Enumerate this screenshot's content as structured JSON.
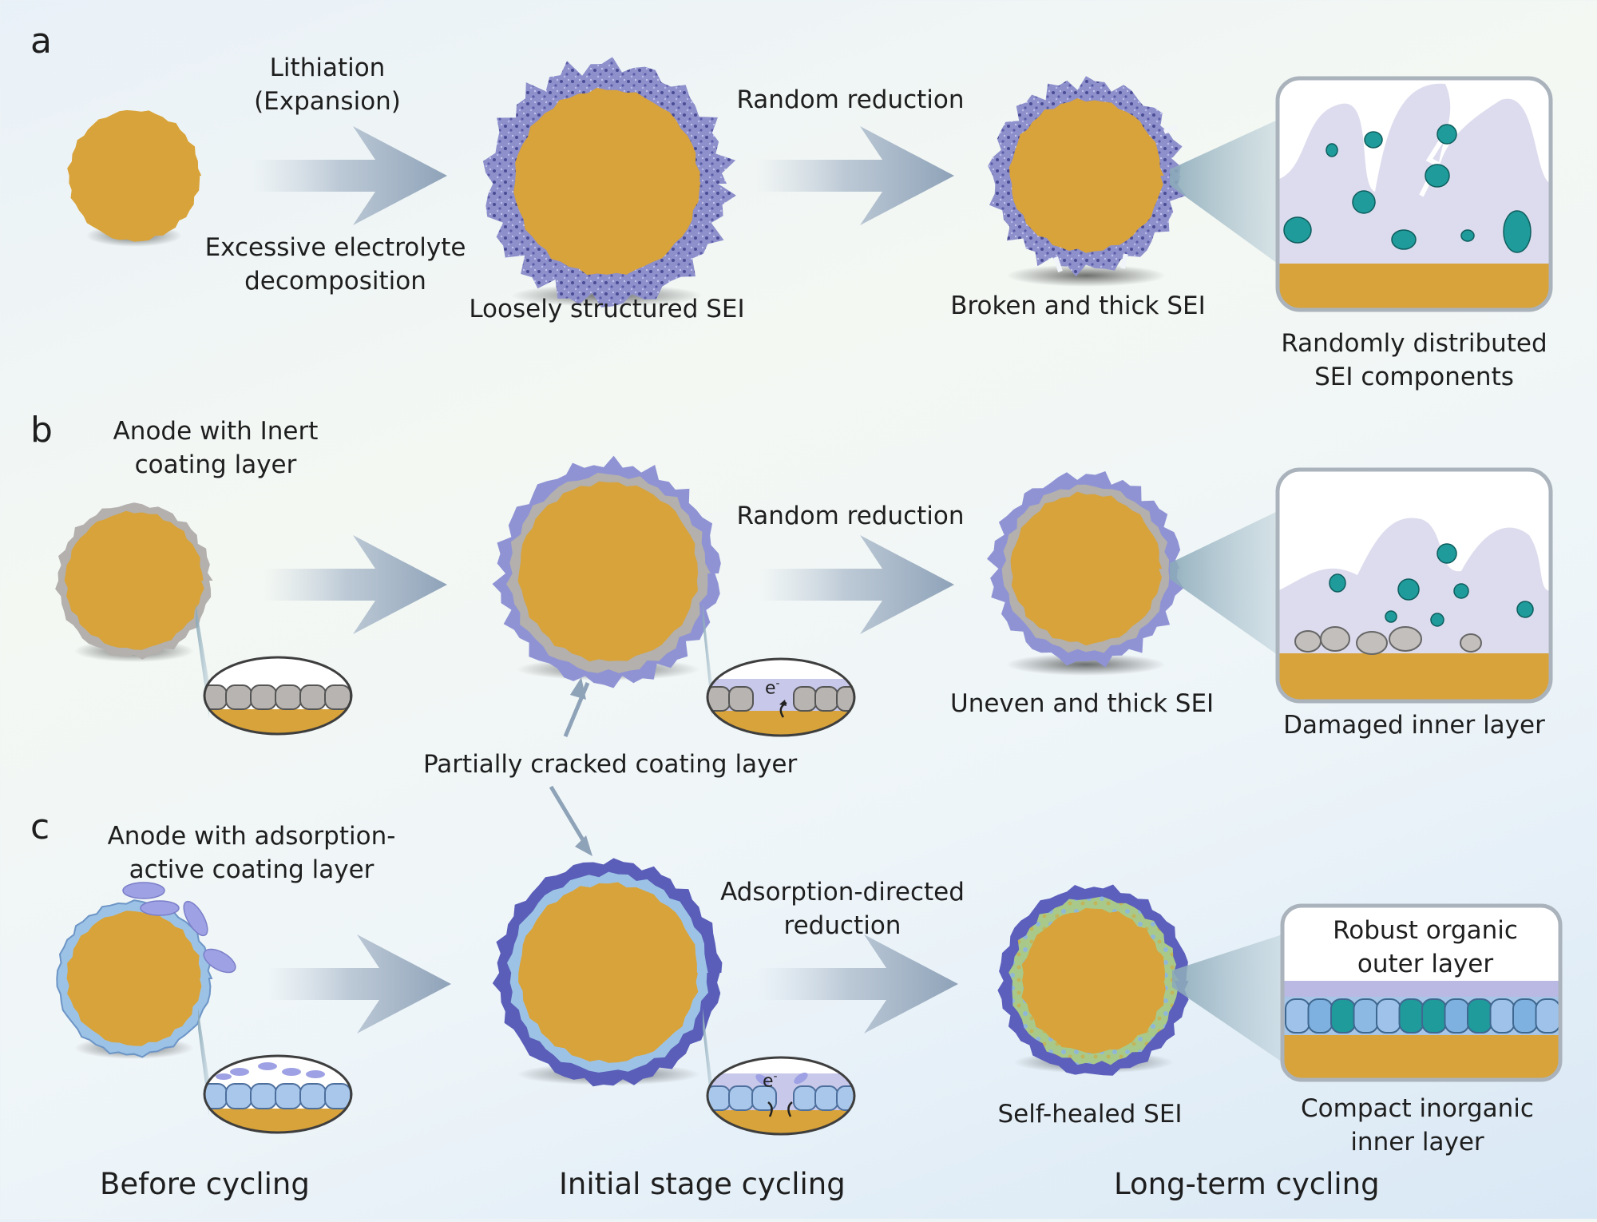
{
  "panels": {
    "a": {
      "letter": "a",
      "arrow1_top": "Lithiation",
      "arrow1_top2": "(Expansion)",
      "arrow1_bottom": "Excessive electrolyte",
      "arrow1_bottom2": "decomposition",
      "particle2_label": "Loosely structured SEI",
      "arrow2_top": "Random reduction",
      "particle3_label": "Broken and thick SEI",
      "inset_label1": "Randomly distributed",
      "inset_label2": "SEI components"
    },
    "b": {
      "letter": "b",
      "particle1_label1": "Anode with Inert",
      "particle1_label2": "coating layer",
      "arrow2_top": "Random reduction",
      "particle3_label": "Uneven and thick SEI",
      "inset_label": "Damaged inner layer",
      "shared_label": "Partially cracked coating layer",
      "electron": "e",
      "electron_sup": "-"
    },
    "c": {
      "letter": "c",
      "particle1_label1": "Anode with adsorption-",
      "particle1_label2": "active coating layer",
      "arrow2_top1": "Adsorption-directed",
      "arrow2_top2": "reduction",
      "particle3_label": "Self-healed SEI",
      "inset_top1": "Robust organic",
      "inset_top2": "outer layer",
      "inset_bottom1": "Compact inorganic",
      "inset_bottom2": "inner layer",
      "electron": "e",
      "electron_sup": "-"
    }
  },
  "stages": {
    "before": "Before cycling",
    "initial": "Initial stage cycling",
    "long": "Long-term cycling"
  },
  "colors": {
    "anode": "#d8a33a",
    "anode_dark": "#c48a1c",
    "sei_loose": "#8a8cc9",
    "sei_dark": "#4d4f9a",
    "coating_gray": "#b3b0ad",
    "coating_blue": "#9cc3e6",
    "adsorbate": "#9ea1e3",
    "teal": "#1f9b9b",
    "sei_pale": "#dddcee",
    "arrow": "#9fb0c3"
  }
}
